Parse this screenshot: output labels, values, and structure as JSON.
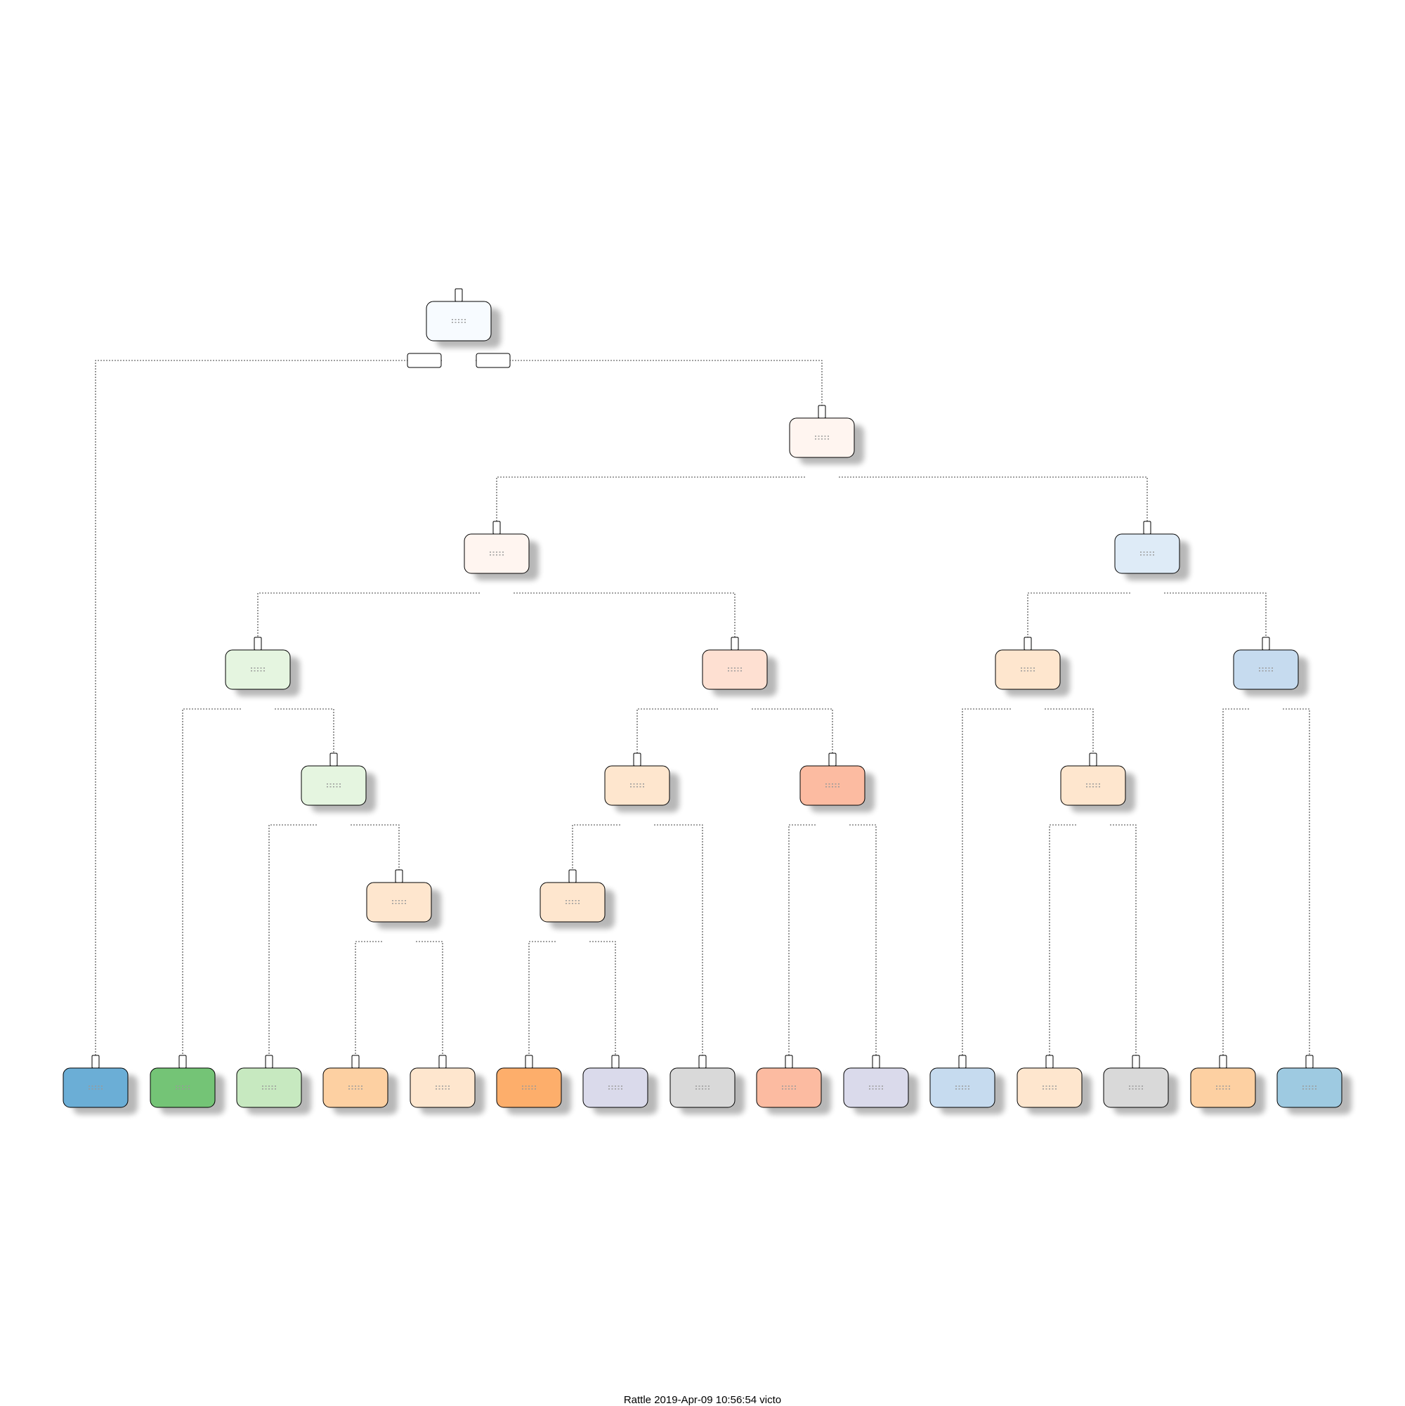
{
  "caption": "Rattle 2019-Apr-09 10:56:54 victo",
  "root_split": {
    "left_label": "",
    "right_label": ""
  },
  "nodes": [
    {
      "id": "n1",
      "fill": "#f7fbff",
      "kind": "internal"
    },
    {
      "id": "n3",
      "fill": "#fff5f0",
      "kind": "internal"
    },
    {
      "id": "n6",
      "fill": "#fff5f0",
      "kind": "internal"
    },
    {
      "id": "n7",
      "fill": "#deebf7",
      "kind": "internal"
    },
    {
      "id": "n12",
      "fill": "#e5f5e0",
      "kind": "internal"
    },
    {
      "id": "n13",
      "fill": "#fee0d2",
      "kind": "internal"
    },
    {
      "id": "n14",
      "fill": "#fee6ce",
      "kind": "internal"
    },
    {
      "id": "n15",
      "fill": "#c6dbef",
      "kind": "internal"
    },
    {
      "id": "n25",
      "fill": "#e5f5e0",
      "kind": "internal"
    },
    {
      "id": "n26",
      "fill": "#fee6ce",
      "kind": "internal"
    },
    {
      "id": "n27",
      "fill": "#fcbba1",
      "kind": "internal"
    },
    {
      "id": "n29",
      "fill": "#fee6ce",
      "kind": "internal"
    },
    {
      "id": "n51",
      "fill": "#fee6ce",
      "kind": "internal"
    },
    {
      "id": "n52",
      "fill": "#fee6ce",
      "kind": "internal"
    },
    {
      "id": "n2",
      "fill": "#6baed6",
      "kind": "leaf"
    },
    {
      "id": "n24",
      "fill": "#74c476",
      "kind": "leaf"
    },
    {
      "id": "n50",
      "fill": "#c7e9c0",
      "kind": "leaf"
    },
    {
      "id": "n102",
      "fill": "#fdd0a2",
      "kind": "leaf"
    },
    {
      "id": "n103",
      "fill": "#fee6ce",
      "kind": "leaf"
    },
    {
      "id": "n104",
      "fill": "#fdae6b",
      "kind": "leaf"
    },
    {
      "id": "n105",
      "fill": "#dadaeb",
      "kind": "leaf"
    },
    {
      "id": "n53",
      "fill": "#d9d9d9",
      "kind": "leaf"
    },
    {
      "id": "n54",
      "fill": "#fcbba1",
      "kind": "leaf"
    },
    {
      "id": "n55",
      "fill": "#dadaeb",
      "kind": "leaf"
    },
    {
      "id": "n28",
      "fill": "#c6dbef",
      "kind": "leaf"
    },
    {
      "id": "n58",
      "fill": "#fee6ce",
      "kind": "leaf"
    },
    {
      "id": "n59",
      "fill": "#d9d9d9",
      "kind": "leaf"
    },
    {
      "id": "n30",
      "fill": "#fdd0a2",
      "kind": "leaf"
    },
    {
      "id": "n31",
      "fill": "#9ecae1",
      "kind": "leaf"
    }
  ],
  "edges": [
    [
      "n1",
      "n2"
    ],
    [
      "n1",
      "n3"
    ],
    [
      "n3",
      "n6"
    ],
    [
      "n3",
      "n7"
    ],
    [
      "n6",
      "n12"
    ],
    [
      "n6",
      "n13"
    ],
    [
      "n7",
      "n14"
    ],
    [
      "n7",
      "n15"
    ],
    [
      "n12",
      "n24"
    ],
    [
      "n12",
      "n25"
    ],
    [
      "n25",
      "n50"
    ],
    [
      "n25",
      "n51"
    ],
    [
      "n51",
      "n102"
    ],
    [
      "n51",
      "n103"
    ],
    [
      "n13",
      "n26"
    ],
    [
      "n13",
      "n27"
    ],
    [
      "n26",
      "n52"
    ],
    [
      "n26",
      "n53"
    ],
    [
      "n52",
      "n104"
    ],
    [
      "n52",
      "n105"
    ],
    [
      "n27",
      "n54"
    ],
    [
      "n27",
      "n55"
    ],
    [
      "n14",
      "n28"
    ],
    [
      "n14",
      "n29"
    ],
    [
      "n29",
      "n58"
    ],
    [
      "n29",
      "n59"
    ],
    [
      "n15",
      "n30"
    ],
    [
      "n15",
      "n31"
    ]
  ]
}
